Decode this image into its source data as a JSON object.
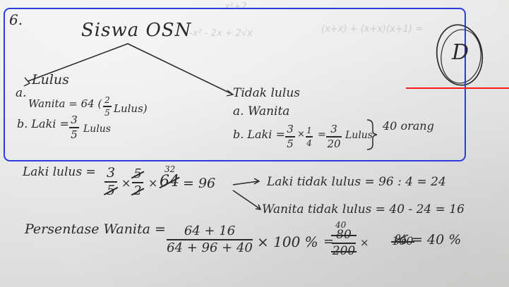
{
  "problem": {
    "number": "6."
  },
  "tree": {
    "root": "Siswa OSN",
    "left": {
      "title": "Lulus",
      "a_prefix": "a.",
      "a_text": "Wanita = 64 (",
      "a_frac_num": "2",
      "a_frac_den": "5",
      "a_suffix": "Lulus)",
      "b_prefix": "b. Laki =",
      "b_frac_num": "3",
      "b_frac_den": "5",
      "b_suffix": "Lulus"
    },
    "right": {
      "title": "Tidak lulus",
      "a_text": "a. Wanita",
      "b_prefix": "b. Laki =",
      "f1_num": "3",
      "f1_den": "5",
      "times": "×",
      "f2_num": "1",
      "f2_den": "4",
      "equals": "=",
      "f3_num": "3",
      "f3_den": "20",
      "f3_suffix": "Lulus",
      "brace_note": "40 orang"
    }
  },
  "calc": {
    "laki_lulus_label": "Laki lulus =",
    "f1_num": "3",
    "f1_den": "5",
    "times1": "×",
    "f2_num": "5",
    "f2_den": "2",
    "times2": "×",
    "big_num": "64",
    "big_num_sup": "32",
    "result": "= 96",
    "arrow1_text": "Laki tidak lulus = 96 : 4 = 24",
    "arrow2_text": "Wanita tidak lulus = 40 - 24 = 16"
  },
  "persentase": {
    "label": "Persentase Wanita =",
    "frac_num": "64 + 16",
    "frac_den": "64 + 96 + 40",
    "times100": "× 100 %",
    "eq1": "=",
    "f2_num": "80",
    "f2_num_sup": "40",
    "f2_den": "200",
    "times_part": "×",
    "struck_100": "100",
    "pct_tail": "% = 40 %"
  },
  "answer_mark": {
    "letter": "D"
  },
  "ghost_text": {
    "top_center": "x²+2",
    "top_right": "(x+x) + (x+x)(x+1) =",
    "mid_ghost": "-x² - 2x + 2√x"
  },
  "colors": {
    "annotation_box": "#2d3bdc",
    "red_marker": "#ff1a1a",
    "ink": "#2a2a2e",
    "paper": "#e9eae9"
  }
}
